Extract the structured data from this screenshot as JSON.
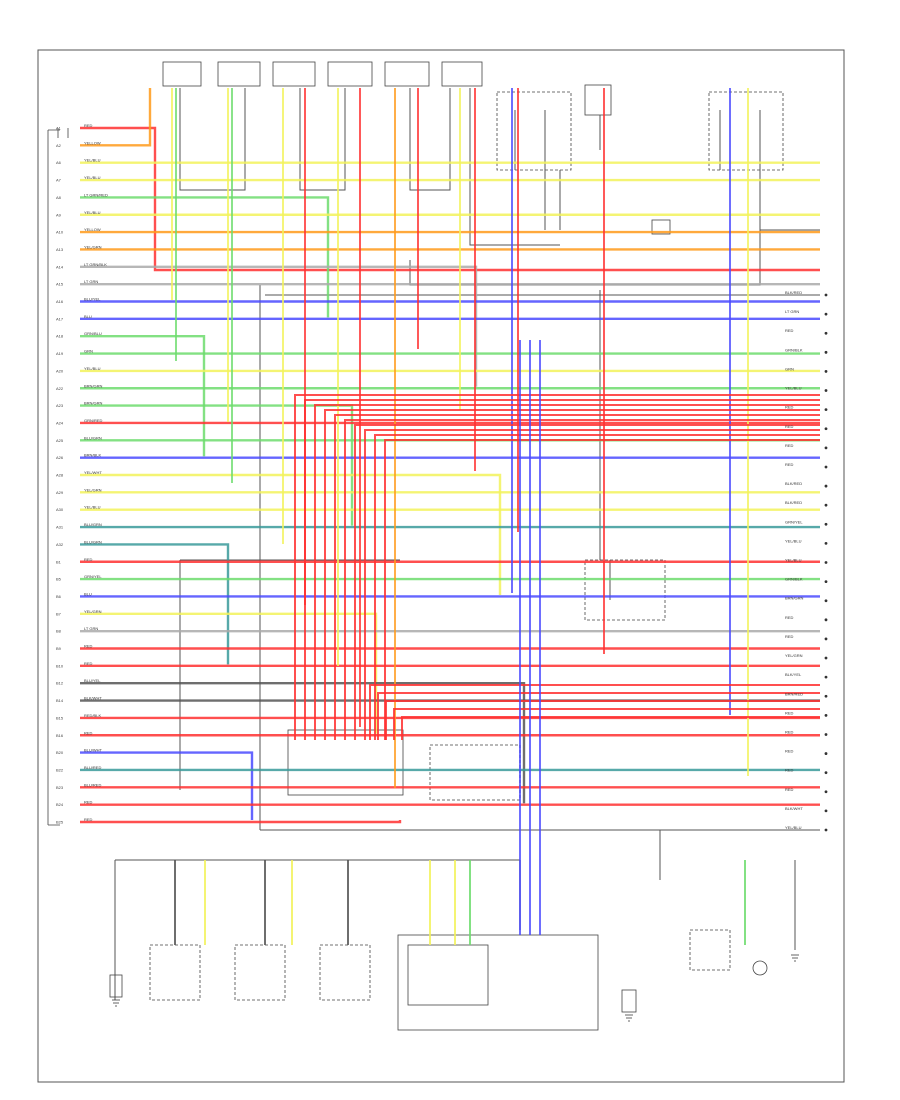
{
  "diagram": {
    "code": "",
    "colors": {
      "red": "#ff3030",
      "yellow": "#f2f25a",
      "green": "#6ddc6d",
      "blue": "#4a4aff",
      "orange": "#ff9a1a",
      "black": "#555555",
      "gray": "#aaaaaa",
      "teal": "#3a9a9a"
    },
    "left_wires": [
      {
        "pin": "A1",
        "label": "RED",
        "color": "red",
        "to": "top-red"
      },
      {
        "pin": "A2",
        "label": "YELLOW",
        "color": "orange",
        "to": "top-orange"
      },
      {
        "pin": "A6",
        "label": "YEL/BLU",
        "color": "yellow",
        "to": "right"
      },
      {
        "pin": "A7",
        "label": "YEL/BLU",
        "color": "yellow",
        "to": "right"
      },
      {
        "pin": "A8",
        "label": "LT GRN/RED",
        "color": "green",
        "to": "right"
      },
      {
        "pin": "A9",
        "label": "YEL/BLU",
        "color": "yellow",
        "to": "right"
      },
      {
        "pin": "A10",
        "label": "YELLOW",
        "color": "orange",
        "to": "right"
      },
      {
        "pin": "A13",
        "label": "YEL/GRN",
        "color": "orange",
        "to": "right"
      },
      {
        "pin": "A14",
        "label": "LT GRN/BLK",
        "color": "gray",
        "to": "right"
      },
      {
        "pin": "A15",
        "label": "LT GRN",
        "color": "gray",
        "to": "right"
      },
      {
        "pin": "A16",
        "label": "BLU/YEL",
        "color": "blue",
        "to": "right"
      },
      {
        "pin": "A17",
        "label": "BLU",
        "color": "blue",
        "to": "right"
      },
      {
        "pin": "A18",
        "label": "GRN/BLU",
        "color": "green",
        "to": "right"
      },
      {
        "pin": "A19",
        "label": "GRN",
        "color": "green",
        "to": "right"
      },
      {
        "pin": "A20",
        "label": "YEL/BLU",
        "color": "yellow",
        "to": "right"
      },
      {
        "pin": "A22",
        "label": "BRN/GRN",
        "color": "green",
        "to": "right"
      },
      {
        "pin": "A23",
        "label": "BRN/GRN",
        "color": "green",
        "to": "right"
      },
      {
        "pin": "A24",
        "label": "GRN/RED",
        "color": "red",
        "to": "right"
      },
      {
        "pin": "A25",
        "label": "BLU/GRN",
        "color": "green",
        "to": "right"
      },
      {
        "pin": "A26",
        "label": "BRN/BLK",
        "color": "blue",
        "to": "right"
      },
      {
        "pin": "A28",
        "label": "YEL/WHT",
        "color": "yellow",
        "to": "right"
      },
      {
        "pin": "A29",
        "label": "YEL/GRN",
        "color": "yellow",
        "to": "right"
      },
      {
        "pin": "A30",
        "label": "YEL/BLU",
        "color": "yellow",
        "to": "right"
      },
      {
        "pin": "A31",
        "label": "BLU/GRN",
        "color": "teal",
        "to": "right"
      },
      {
        "pin": "A32",
        "label": "BLU/GRN",
        "color": "teal",
        "to": "right"
      },
      {
        "pin": "B1",
        "label": "RED",
        "color": "red",
        "to": "right"
      },
      {
        "pin": "B5",
        "label": "GRN/YEL",
        "color": "green",
        "to": "right"
      },
      {
        "pin": "B6",
        "label": "BLU",
        "color": "blue",
        "to": "right"
      },
      {
        "pin": "B7",
        "label": "YEL/GRN",
        "color": "yellow",
        "to": "right"
      },
      {
        "pin": "B8",
        "label": "LT GRN",
        "color": "gray",
        "to": "right"
      },
      {
        "pin": "B9",
        "label": "RED",
        "color": "red",
        "to": "right"
      },
      {
        "pin": "B10",
        "label": "RED",
        "color": "red",
        "to": "right"
      },
      {
        "pin": "B12",
        "label": "BLU/YEL",
        "color": "black",
        "to": "right"
      },
      {
        "pin": "B14",
        "label": "BLK/WHT",
        "color": "black",
        "to": "right"
      },
      {
        "pin": "B15",
        "label": "RED/BLK",
        "color": "red",
        "to": "right"
      },
      {
        "pin": "B16",
        "label": "RED",
        "color": "red",
        "to": "right"
      },
      {
        "pin": "B20",
        "label": "BLU/WHT",
        "color": "blue",
        "to": "right"
      },
      {
        "pin": "B22",
        "label": "BLU/RED",
        "color": "teal",
        "to": "right"
      },
      {
        "pin": "B23",
        "label": "BLU/RED",
        "color": "red",
        "to": "right"
      },
      {
        "pin": "B24",
        "label": "RED",
        "color": "red",
        "to": "right"
      },
      {
        "pin": "B25",
        "label": "RED",
        "color": "red",
        "to": "right"
      }
    ],
    "top_components": [
      "",
      "",
      "",
      "",
      "",
      ""
    ],
    "right_labels": [
      "BLK/RED",
      "LT GRN",
      "RED",
      "GRN/BLK",
      "GRN",
      "YEL/BLU",
      "RED",
      "RED",
      "RED",
      "RED",
      "BLK/RED",
      "BLK/RED",
      "GRN/YEL",
      "YEL/BLU",
      "YEL/BLU",
      "GRN/BLK",
      "BRN/GRN",
      "RED",
      "RED",
      "YEL/GRN",
      "BLK/YEL",
      "BRN/RED",
      "RED",
      "RED",
      "RED",
      "RED",
      "RED",
      "BLK/WHT",
      "YEL/BLU"
    ],
    "bottom_components": [
      "",
      "",
      "",
      "",
      "",
      "",
      ""
    ]
  }
}
